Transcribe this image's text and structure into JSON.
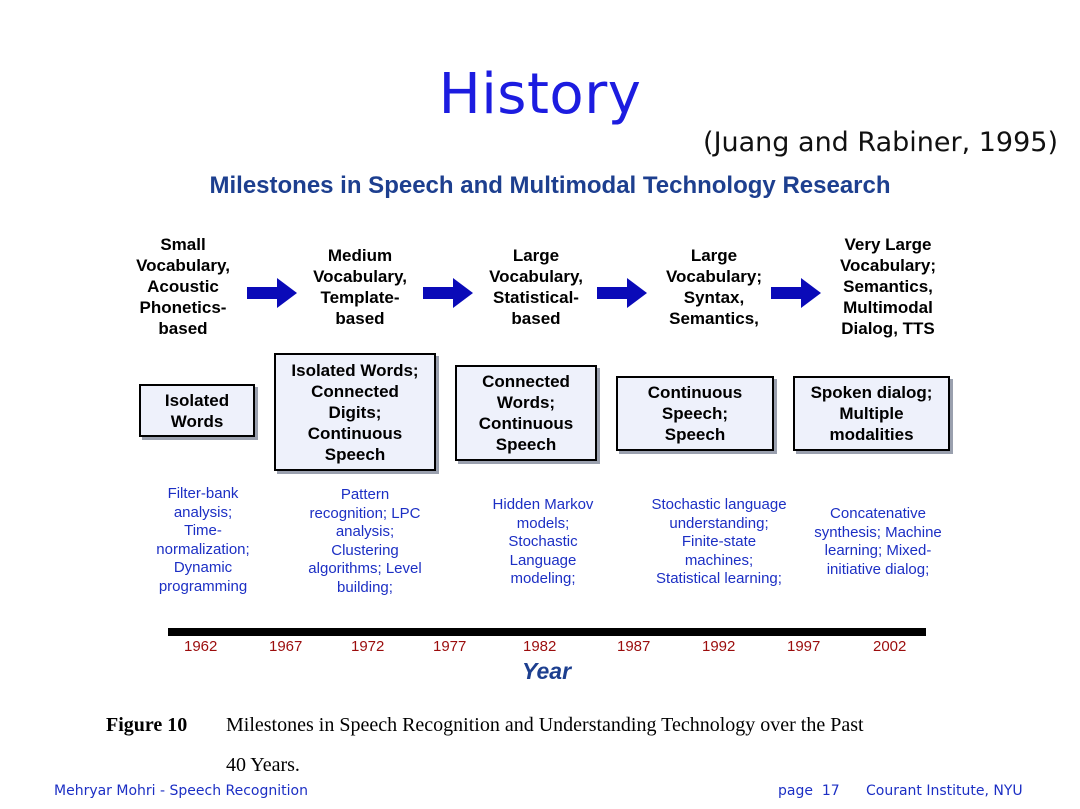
{
  "slide": {
    "title": "History",
    "citation": "(Juang and Rabiner, 1995)"
  },
  "figure": {
    "subtitle": "Milestones in Speech and Multimodal Technology Research",
    "stages": [
      "Small\nVocabulary,\nAcoustic\nPhonetics-\nbased",
      "Medium\nVocabulary,\nTemplate-\nbased",
      "Large\nVocabulary,\nStatistical-\nbased",
      "Large\nVocabulary;\nSyntax,\nSemantics,",
      "Very Large\nVocabulary;\nSemantics,\nMultimodal\nDialog, TTS"
    ],
    "boxes": [
      "Isolated\nWords",
      "Isolated Words;\nConnected\nDigits;\nContinuous\nSpeech",
      "Connected\nWords;\nContinuous\nSpeech",
      "Continuous\nSpeech;\nSpeech",
      "Spoken dialog;\nMultiple\nmodalities"
    ],
    "techniques": [
      "Filter-bank\nanalysis;\nTime-\nnormalization;\nDynamic\nprogramming",
      "Pattern\nrecognition; LPC\nanalysis;\nClustering\nalgorithms; Level\nbuilding;",
      "Hidden Markov\nmodels;\nStochastic\nLanguage\nmodeling;",
      "Stochastic language\nunderstanding;\nFinite-state\nmachines;\nStatistical learning;",
      "Concatenative\nsynthesis; Machine\nlearning;  Mixed-\ninitiative dialog;"
    ],
    "years": [
      "1962",
      "1967",
      "1972",
      "1977",
      "1982",
      "1987",
      "1992",
      "1997",
      "2002"
    ],
    "axis_label": "Year",
    "caption_label": "Figure 10",
    "caption_text": "Milestones in Speech Recognition and Understanding Technology over the Past",
    "caption_text_2": "40 Years."
  },
  "footer": {
    "left": "Mehryar Mohri - Speech Recognition",
    "page": "page  17",
    "right": "Courant Institute, NYU"
  },
  "colors": {
    "title": "#1c1ce0",
    "subtitle": "#1d3f8f",
    "arrow": "#0a0ab8",
    "technique_text": "#1c2fc4",
    "year_text": "#9b0c0c",
    "box_fill": "#eef1fb"
  }
}
